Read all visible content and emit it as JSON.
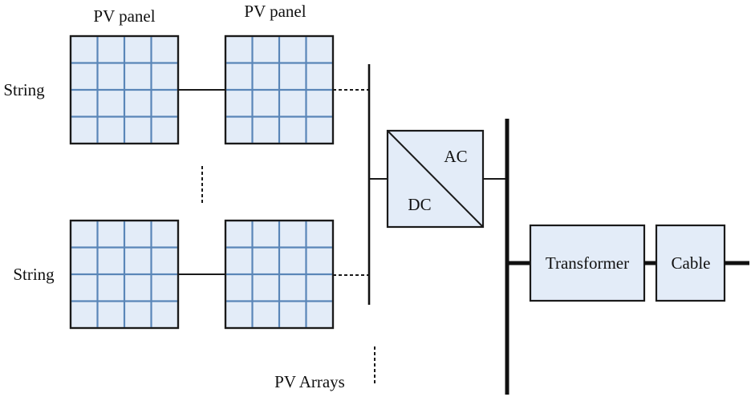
{
  "labels": {
    "pv_panel_1": "PV panel",
    "pv_panel_2": "PV panel",
    "string_top": "String",
    "string_bottom": "String",
    "pv_arrays": "PV Arrays",
    "ac": "AC",
    "dc": "DC",
    "transformer": "Transformer",
    "cable": "Cable"
  },
  "colors": {
    "panel_fill": "#e3ecf8",
    "grid_lines": "#5a86b8",
    "outline": "#1a1a1a"
  }
}
